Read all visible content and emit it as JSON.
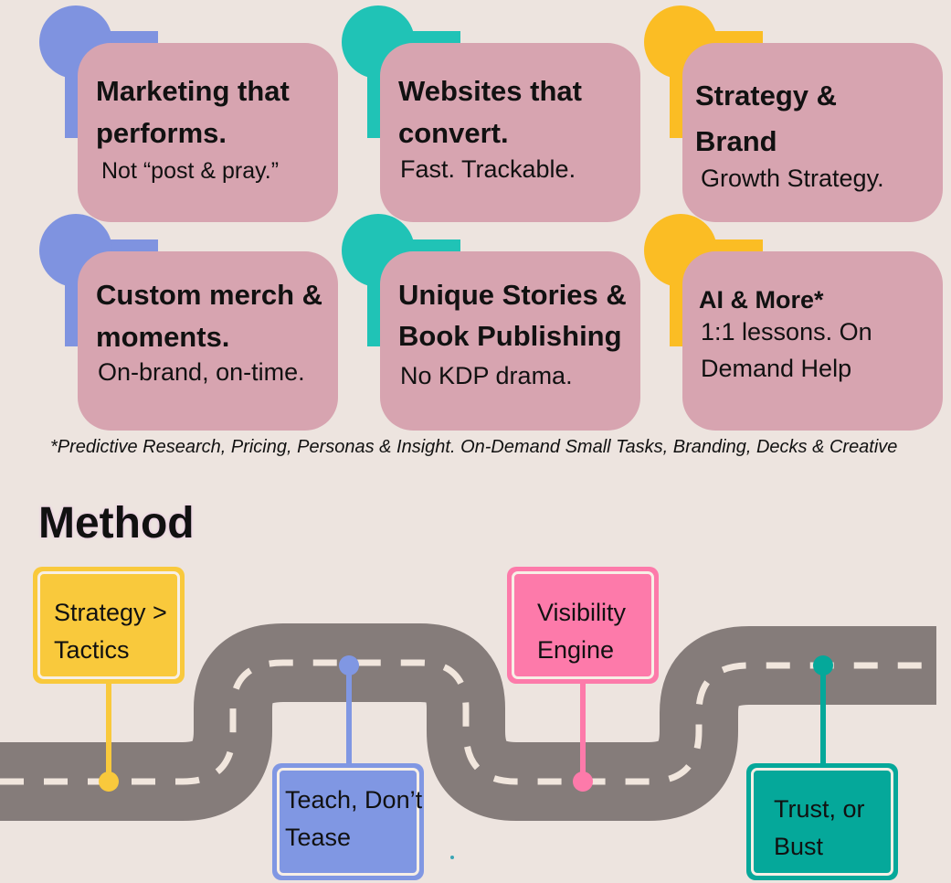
{
  "services": [
    {
      "title": "Marketing that performs.",
      "subtitle": "Not “post & pray.”",
      "color": "#7f93e0"
    },
    {
      "title": "Websites that convert.",
      "subtitle": "Fast. Trackable.",
      "color": "#20c3b6"
    },
    {
      "title": "Strategy & Brand",
      "subtitle": "Growth Strategy.",
      "color": "#fbbd24"
    },
    {
      "title": "Custom merch & moments.",
      "subtitle": "On-brand, on-time.",
      "color": "#7f93e0"
    },
    {
      "title": "Unique Stories & Book Publishing",
      "subtitle": "No KDP drama.",
      "color": "#20c3b6"
    },
    {
      "title": "AI & More*",
      "subtitle": "1:1 lessons. On Demand Help",
      "color": "#fbbd24"
    }
  ],
  "footnote": "*Predictive Research,  Pricing, Personas & Insight. On-Demand Small Tasks, Branding, Decks & Creative",
  "method": {
    "heading": "Method",
    "steps": [
      {
        "label": "Strategy > Tactics",
        "color": "#f9c93c"
      },
      {
        "label": "Teach, Don’t Tease",
        "color": "#8097e3"
      },
      {
        "label": "Visibility Engine",
        "color": "#fd7aaa"
      },
      {
        "label": "Trust, or Bust",
        "color": "#05a89a"
      }
    ]
  }
}
